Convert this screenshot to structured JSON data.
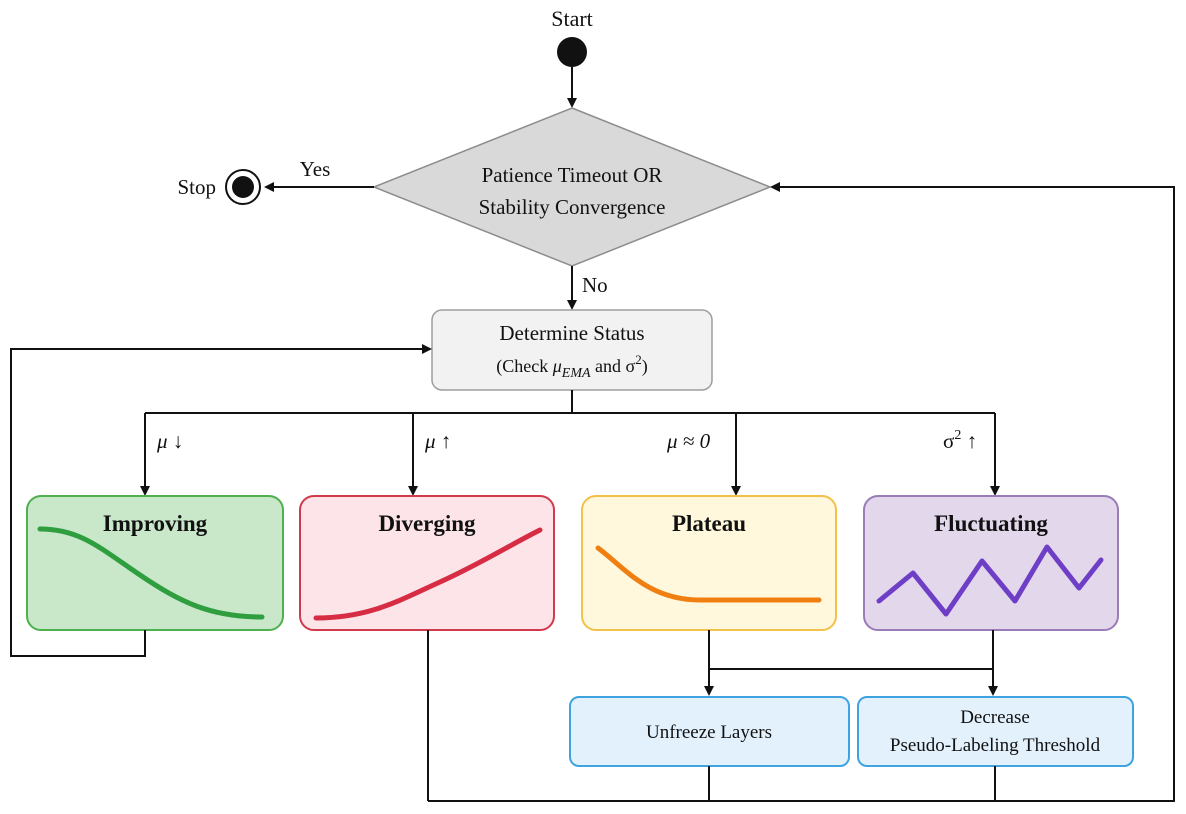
{
  "start": {
    "label": "Start"
  },
  "stop": {
    "label": "Stop"
  },
  "decision": {
    "line1": "Patience Timeout OR",
    "line2": "Stability Convergence",
    "yes_label": "Yes",
    "no_label": "No"
  },
  "status_box": {
    "title": "Determine Status",
    "check_prefix": "(Check ",
    "mu_symbol": "μ",
    "ema_subscript": "EMA",
    "and_text": " and σ",
    "sigma_exponent": "2",
    "close_paren": ")"
  },
  "branches": {
    "improving": {
      "condition": "μ ↓",
      "title": "Improving",
      "color": "#2e9e3e",
      "fill": "#c9e7c9",
      "border": "#4fb04f"
    },
    "diverging": {
      "condition": "μ ↑",
      "title": "Diverging",
      "color": "#d62c44",
      "fill": "#fde4e8",
      "border": "#d23a4c"
    },
    "plateau": {
      "condition": "μ ≈ 0",
      "title": "Plateau",
      "color": "#f07f12",
      "fill": "#fff8dc",
      "border": "#f2c14a"
    },
    "fluctuating": {
      "condition_base": "σ",
      "condition_exp": "2",
      "condition_arrow": " ↑",
      "title": "Fluctuating",
      "color": "#6e3ec6",
      "fill": "#e3d7ec",
      "border": "#9a7db8"
    }
  },
  "actions": {
    "unfreeze": {
      "label": "Unfreeze Layers"
    },
    "decrease": {
      "line1": "Decrease",
      "line2": "Pseudo-Labeling Threshold"
    },
    "fill": "#e2f1fc",
    "border": "#3fa3e0"
  }
}
